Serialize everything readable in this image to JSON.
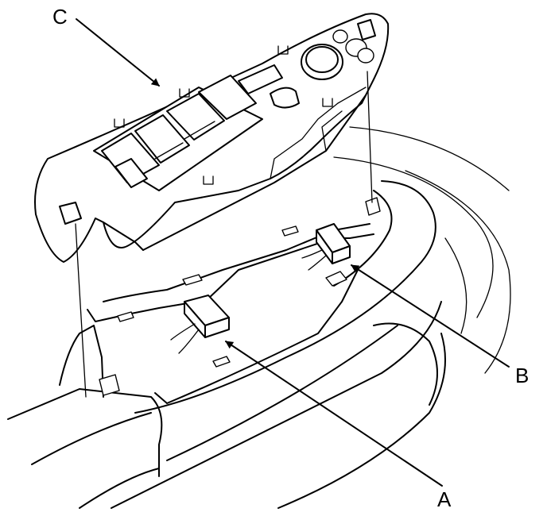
{
  "callouts": {
    "c": "C",
    "b": "B",
    "a": "A"
  },
  "icons": {
    "arrow": "arrow-icon"
  }
}
